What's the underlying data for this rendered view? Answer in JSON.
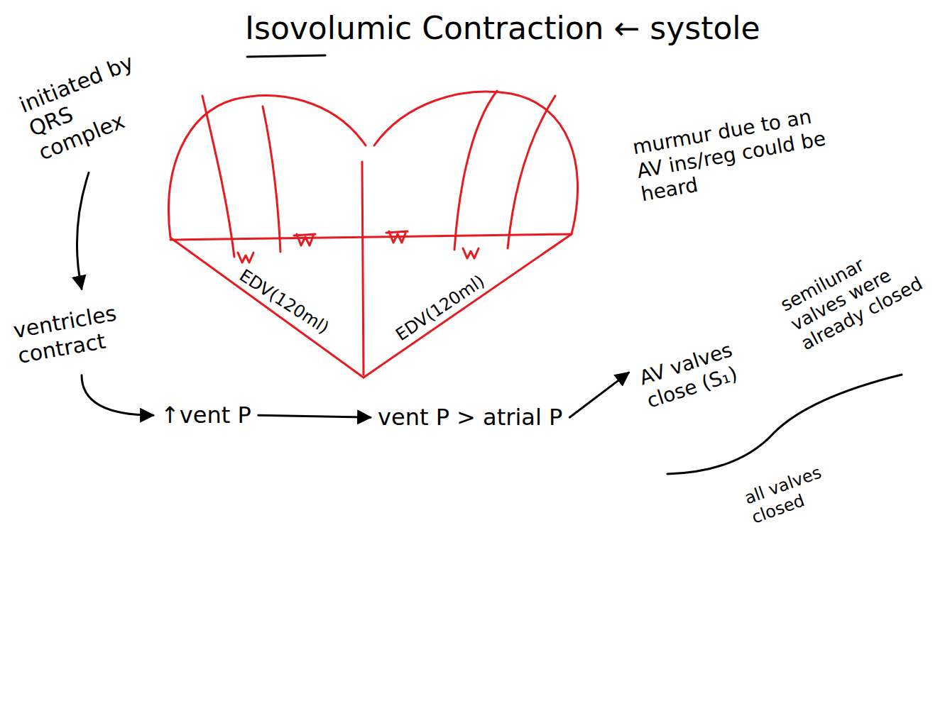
{
  "diagram": {
    "title": "Isovolumic Contraction ← systole",
    "nodes": [
      {
        "text": [
          "initiated by QRS complex"
        ]
      },
      {
        "text": [
          "ventricles contract"
        ]
      },
      {
        "text": [
          "↑vent P"
        ]
      },
      {
        "text": [
          "vent P > atrial P"
        ]
      },
      {
        "text": [
          "AV valves close (S₁)"
        ]
      }
    ],
    "edges": [
      {
        "from": 0,
        "to": 1,
        "arrow": "to"
      },
      {
        "from": 1,
        "to": 2,
        "arrow": "to"
      },
      {
        "from": 2,
        "to": 3,
        "arrow": "to"
      },
      {
        "from": 3,
        "to": 4,
        "arrow": "to"
      }
    ],
    "labels": [
      "EDV(120ml)",
      "EDV(120ml)",
      "murmur due to an AV ins/reg could be heard",
      "semilunar valves were already closed",
      "all valves closed"
    ]
  }
}
